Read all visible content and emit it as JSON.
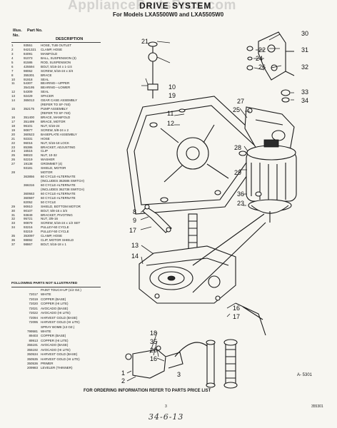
{
  "watermark": "AppliancePartsPros.com",
  "title": "DRIVE SYSTEM",
  "subtitle": "For Models LXA5500W0 and LXA5505W0",
  "headers": {
    "illus_no": "Illus. No.",
    "part_no": "Part No.",
    "description": "DESCRIPTION"
  },
  "parts": [
    {
      "no": "1",
      "part": "93551",
      "desc": "HOSE, TUB OUTLET"
    },
    {
      "no": "2",
      "part": "9421321",
      "desc": "CLAMP, HOSE"
    },
    {
      "no": "3",
      "part": "84091",
      "desc": "MANIFOLD"
    },
    {
      "no": "4",
      "part": "91073",
      "desc": "BALL, SUSPENSION (3)"
    },
    {
      "no": "5",
      "part": "81586",
      "desc": "ROD, SUSPENSION"
    },
    {
      "no": "6",
      "part": "425594",
      "desc": "BOLT, 5/16-24 x 1-1/4"
    },
    {
      "no": "7",
      "part": "98062",
      "desc": "SCREW, 5/16-24 x 3/4"
    },
    {
      "no": "8",
      "part": "355301",
      "desc": "BRACE"
    },
    {
      "no": "10",
      "part": "91918",
      "desc": "SEAL"
    },
    {
      "no": "11",
      "part": "54307",
      "desc": "BEARING—UPPER"
    },
    {
      "no": "",
      "part": "354195",
      "desc": "BEARING—LOWER"
    },
    {
      "no": "12",
      "part": "54309",
      "desc": "SEAL"
    },
    {
      "no": "13",
      "part": "92429",
      "desc": "SPACER"
    },
    {
      "no": "14",
      "part": "365013",
      "desc": "GEAR CASE ASSEMBLY"
    },
    {
      "no": "",
      "part": "",
      "desc": "(REFER TO SF-740)"
    },
    {
      "no": "15",
      "part": "352175",
      "desc": "PUMP ASSEMBLY"
    },
    {
      "no": "",
      "part": "",
      "desc": "(REFER TO SF-740)"
    },
    {
      "no": "16",
      "part": "351400",
      "desc": "BRACE, MANIFOLD"
    },
    {
      "no": "17",
      "part": "351499",
      "desc": "BRACE, MOTOR"
    },
    {
      "no": "18",
      "part": "96101",
      "desc": "NUT, 5/16-24"
    },
    {
      "no": "19",
      "part": "90877",
      "desc": "SCREW, 5/8-24 x 2"
    },
    {
      "no": "20",
      "part": "360523",
      "desc": "BASEPLATE ASSEMBLY"
    },
    {
      "no": "21",
      "part": "92331",
      "desc": "HOSE"
    },
    {
      "no": "22",
      "part": "96016",
      "desc": "NUT, 5/16-18 LOCK"
    },
    {
      "no": "23",
      "part": "85386",
      "desc": "BRACKET, ADJUSTING"
    },
    {
      "no": "24",
      "part": "16515",
      "desc": "CLIP"
    },
    {
      "no": "25",
      "part": "98023",
      "desc": "NUT, 10-32"
    },
    {
      "no": "26",
      "part": "92219",
      "desc": "WASHER"
    },
    {
      "no": "27",
      "part": "19138",
      "desc": "GROMMET (4)"
    },
    {
      "no": "",
      "part": "93181",
      "desc": "SHIELD, MOTOR"
    },
    {
      "no": "28",
      "part": "",
      "desc": "MOTOR"
    },
    {
      "no": "",
      "part": "363856",
      "desc": "60 CYCLE-ALTERNATE"
    },
    {
      "no": "",
      "part": "",
      "desc": "(INCLUDES 362686 SWITCH)"
    },
    {
      "no": "",
      "part": "366316",
      "desc": "60 CYCLE-ALTERNATE"
    },
    {
      "no": "",
      "part": "",
      "desc": "(INCLUDES 362738 SWITCH)"
    },
    {
      "no": "",
      "part": "360663",
      "desc": "60 CYCLE-ALTERNATE"
    },
    {
      "no": "",
      "part": "360597",
      "desc": "60 CYCLE-ALTERNATE"
    },
    {
      "no": "",
      "part": "82052",
      "desc": "50 CYCLE"
    },
    {
      "no": "29",
      "part": "90910",
      "desc": "SHIELD, BOTTOM MOTOR"
    },
    {
      "no": "30",
      "part": "90107",
      "desc": "BOLT, 5/8-16 x 3/4"
    },
    {
      "no": "31",
      "part": "93849",
      "desc": "BRACKET, PIVOTING"
    },
    {
      "no": "32",
      "part": "95721",
      "desc": "NUT, 3/8-16"
    },
    {
      "no": "33",
      "part": "90879",
      "desc": "SCREW, 5/16-24 x 1/2 SET"
    },
    {
      "no": "34",
      "part": "93216",
      "desc": "PULLEY-60 CYCLE"
    },
    {
      "no": "",
      "part": "93219",
      "desc": "PULLEY-50 CYCLE"
    },
    {
      "no": "35",
      "part": "353097",
      "desc": "CLAMP, HOSE"
    },
    {
      "no": "36",
      "part": "98892",
      "desc": "CLIP, MOTOR SHIELD"
    },
    {
      "no": "37",
      "part": "98867",
      "desc": "BOLT, 5/16-18 x 1"
    }
  ],
  "not_illustrated_heading": "FOLLOWING PARTS NOT ILLUSTRATED",
  "not_illustrated": [
    {
      "part": "",
      "desc": "PAINT TOUCH-UP (1/2 OZ.)"
    },
    {
      "part": "72017",
      "desc": "WHITE"
    },
    {
      "part": "72019",
      "desc": "COPPER (BASE)"
    },
    {
      "part": "72020",
      "desc": "COPPER (HI LITE)"
    },
    {
      "part": "72021",
      "desc": "AVOCADO (BASE)"
    },
    {
      "part": "72022",
      "desc": "AVOCADO (HI LITE)"
    },
    {
      "part": "72094",
      "desc": "HARVEST GOLD (BASE)"
    },
    {
      "part": "72095",
      "desc": "HARVEST GOLD (HI LITE)"
    },
    {
      "part": "",
      "desc": "SPRAY BOMB (13 OZ.)"
    },
    {
      "part": "799581",
      "desc": "WHITE"
    },
    {
      "part": "89403",
      "desc": "COPPER (BASE)"
    },
    {
      "part": "89913",
      "desc": "COPPER (HI LITE)"
    },
    {
      "part": "355191",
      "desc": "AVOCADO (BASE)"
    },
    {
      "part": "355192",
      "desc": "AVOCADO (HI LITE)"
    },
    {
      "part": "350534",
      "desc": "HARVEST GOLD (BASE)"
    },
    {
      "part": "350535",
      "desc": "HARVEST GOLD (HI LITE)"
    },
    {
      "part": "350536",
      "desc": "PRIMER"
    },
    {
      "part": "209983",
      "desc": "LEVELER (THINNER)"
    }
  ],
  "callouts": [
    {
      "t": "21"
    },
    {
      "t": "30"
    },
    {
      "t": "22"
    },
    {
      "t": "31"
    },
    {
      "t": "24"
    },
    {
      "t": "26"
    },
    {
      "t": "32"
    },
    {
      "t": "10"
    },
    {
      "t": "19"
    },
    {
      "t": "33"
    },
    {
      "t": "34"
    },
    {
      "t": "27"
    },
    {
      "t": "25"
    },
    {
      "t": "11"
    },
    {
      "t": "12"
    },
    {
      "t": "28"
    },
    {
      "t": "29"
    },
    {
      "t": "36"
    },
    {
      "t": "23"
    },
    {
      "t": "8"
    },
    {
      "t": "9"
    },
    {
      "t": "17"
    },
    {
      "t": "13"
    },
    {
      "t": "14"
    },
    {
      "t": "16"
    },
    {
      "t": "18"
    },
    {
      "t": "35"
    },
    {
      "t": "20"
    },
    {
      "t": "17"
    },
    {
      "t": "16"
    },
    {
      "t": "1"
    },
    {
      "t": "2"
    },
    {
      "t": "3"
    }
  ],
  "diagram_label": "A- 5301",
  "footer_note": "FOR ORDERING INFORMATION REFER TO PARTS PRICE LIST",
  "page_number": "3",
  "doc_code": "355301",
  "handwritten_note": "34-6-13"
}
